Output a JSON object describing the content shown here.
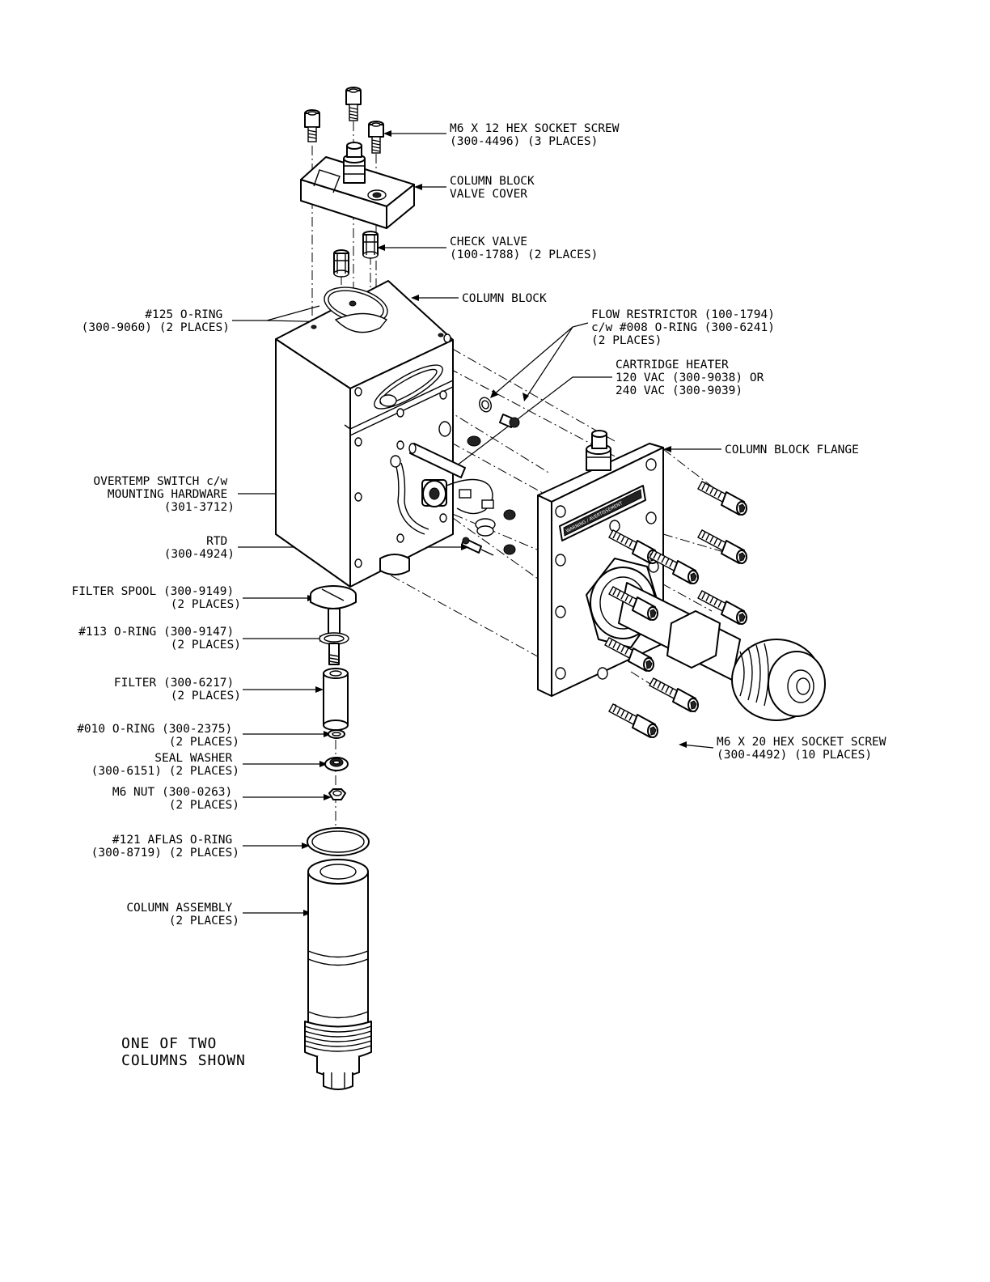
{
  "callouts": {
    "screw_m6x12": [
      "M6 X 12 HEX SOCKET SCREW",
      "(300-4496) (3 PLACES)"
    ],
    "valve_cover": [
      "COLUMN BLOCK",
      "VALVE COVER"
    ],
    "check_valve": [
      "CHECK VALVE",
      "(100-1788) (2 PLACES)"
    ],
    "column_block": [
      "COLUMN BLOCK"
    ],
    "flow_restrictor": [
      "FLOW RESTRICTOR (100-1794)",
      "c/w #008 O-RING (300-6241)",
      "(2 PLACES)"
    ],
    "cartridge_heater": [
      "CARTRIDGE HEATER",
      "120 VAC (300-9038) OR",
      "240 VAC (300-9039)"
    ],
    "column_block_flange": [
      "COLUMN BLOCK FLANGE"
    ],
    "oring_125": [
      "#125 O-RING",
      "(300-9060) (2 PLACES)"
    ],
    "overtemp_switch": [
      "OVERTEMP SWITCH c/w",
      "MOUNTING HARDWARE",
      "(301-3712)"
    ],
    "rtd": [
      "RTD",
      "(300-4924)"
    ],
    "filter_spool": [
      "FILTER SPOOL (300-9149)",
      "(2 PLACES)"
    ],
    "oring_113": [
      "#113 O-RING (300-9147)",
      "(2 PLACES)"
    ],
    "filter": [
      "FILTER (300-6217)",
      "(2 PLACES)"
    ],
    "oring_010": [
      "#010 O-RING (300-2375)",
      "(2 PLACES)"
    ],
    "seal_washer": [
      "SEAL WASHER",
      "(300-6151) (2 PLACES)"
    ],
    "m6_nut": [
      "M6 NUT (300-0263)",
      "(2 PLACES)"
    ],
    "aflas_oring": [
      "#121 AFLAS O-RING",
      "(300-8719) (2 PLACES)"
    ],
    "column_assembly": [
      "COLUMN ASSEMBLY",
      "(2 PLACES)"
    ],
    "screw_m6x20": [
      "M6 X 20 HEX SOCKET SCREW",
      "(300-4492) (10 PLACES)"
    ]
  },
  "note": [
    "ONE OF TWO",
    "COLUMNS SHOWN"
  ],
  "flange_warning_plate": "WARNING / AVERTISSEMENT"
}
